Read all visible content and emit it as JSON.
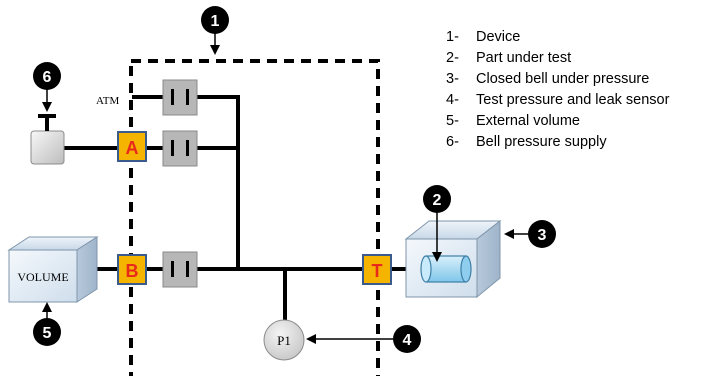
{
  "legend": [
    {
      "num": "1-",
      "text": "Device"
    },
    {
      "num": "2-",
      "text": "Part under test"
    },
    {
      "num": "3-",
      "text": "Closed bell under pressure"
    },
    {
      "num": "4-",
      "text": "Test pressure and leak sensor"
    },
    {
      "num": "5-",
      "text": "External volume"
    },
    {
      "num": "6-",
      "text": "Bell pressure supply"
    }
  ],
  "callouts": {
    "c1": "1",
    "c2": "2",
    "c3": "3",
    "c4": "4",
    "c5": "5",
    "c6": "6"
  },
  "ports": {
    "a": "A",
    "b": "B",
    "t": "T"
  },
  "labels": {
    "atm": "ATM",
    "volume": "VOLUME",
    "sensor": "P1"
  },
  "colors": {
    "port_fill": "#f5b400",
    "port_letter": "#e8291c",
    "port_border": "#3a5b8c",
    "valve_fill": "#b7b7b7",
    "box_fill": "#dde8f2",
    "part_fill": "#a6d8f2"
  }
}
